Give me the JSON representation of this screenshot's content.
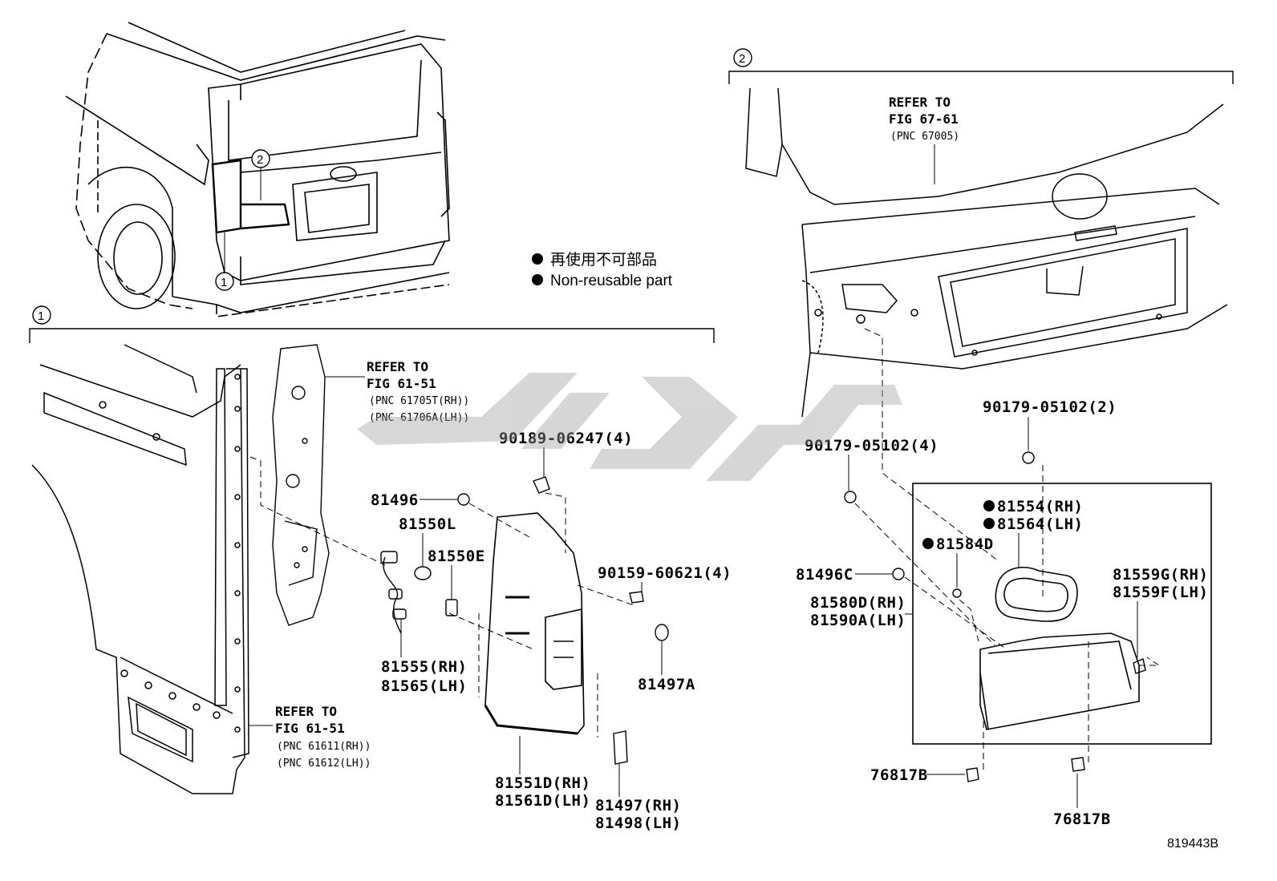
{
  "legend": {
    "chinese": "再使用不可部品",
    "english": "Non-reusable part"
  },
  "callouts": {
    "one": "1",
    "two": "2"
  },
  "refs": {
    "fig6151_upper": {
      "l1": "REFER TO",
      "l2": "FIG 61-51",
      "l3": "(PNC 61705T(RH))",
      "l4": "(PNC 61706A(LH))"
    },
    "fig6151_lower": {
      "l1": "REFER TO",
      "l2": "FIG 61-51",
      "l3": "(PNC 61611(RH))",
      "l4": "(PNC 61612(LH))"
    },
    "fig6761": {
      "l1": "REFER TO",
      "l2": "FIG 67-61",
      "l3": "(PNC 67005)"
    }
  },
  "parts": {
    "p90189": "90189-06247(4)",
    "p81496": "81496",
    "p81550L": "81550L",
    "p81550E": "81550E",
    "p90159": "90159-60621(4)",
    "p81555": "81555(RH)",
    "p81565": "81565(LH)",
    "p81497A": "81497A",
    "p81551D": "81551D(RH)",
    "p81561D": "81561D(LH)",
    "p81497": "81497(RH)",
    "p81498": "81498(LH)",
    "p90179a": "90179-05102(2)",
    "p90179b": "90179-05102(4)",
    "p81554": "81554(RH)",
    "p81564": "81564(LH)",
    "p81584D": "81584D",
    "p81496C": "81496C",
    "p81580D": "81580D(RH)",
    "p81590A": "81590A(LH)",
    "p81559G": "81559G(RH)",
    "p81559F": "81559F(LH)",
    "p76817B_a": "76817B",
    "p76817B_b": "76817B"
  },
  "diagram_code": "819443B"
}
